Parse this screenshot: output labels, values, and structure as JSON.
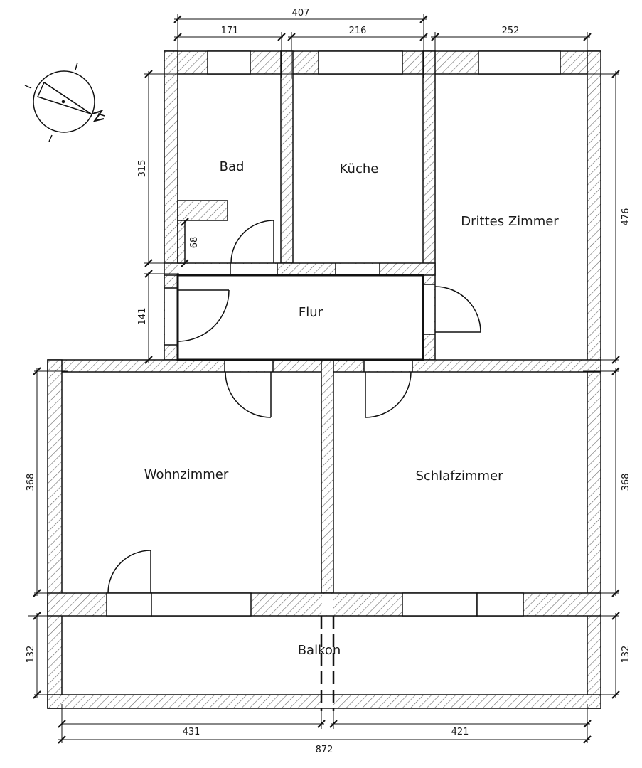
{
  "rooms": {
    "bad": "Bad",
    "kueche": "Küche",
    "drittes_zimmer": "Drittes Zimmer",
    "flur": "Flur",
    "wohnzimmer": "Wohnzimmer",
    "schlafzimmer": "Schlafzimmer",
    "balkon": "Balkon"
  },
  "dimensions": {
    "top_total": "407",
    "top_bad": "171",
    "top_kueche": "216",
    "top_drittes": "252",
    "left_bad_height": "315",
    "bad_niche": "68",
    "left_flur": "141",
    "right_drittes": "476",
    "left_wohn": "368",
    "right_schlaf": "368",
    "left_balkon": "132",
    "right_balkon": "132",
    "bottom_wohn": "431",
    "bottom_schlaf": "421",
    "bottom_total": "872"
  },
  "north_arrow": {
    "icon": "north-arrow-icon",
    "letter": "N"
  }
}
